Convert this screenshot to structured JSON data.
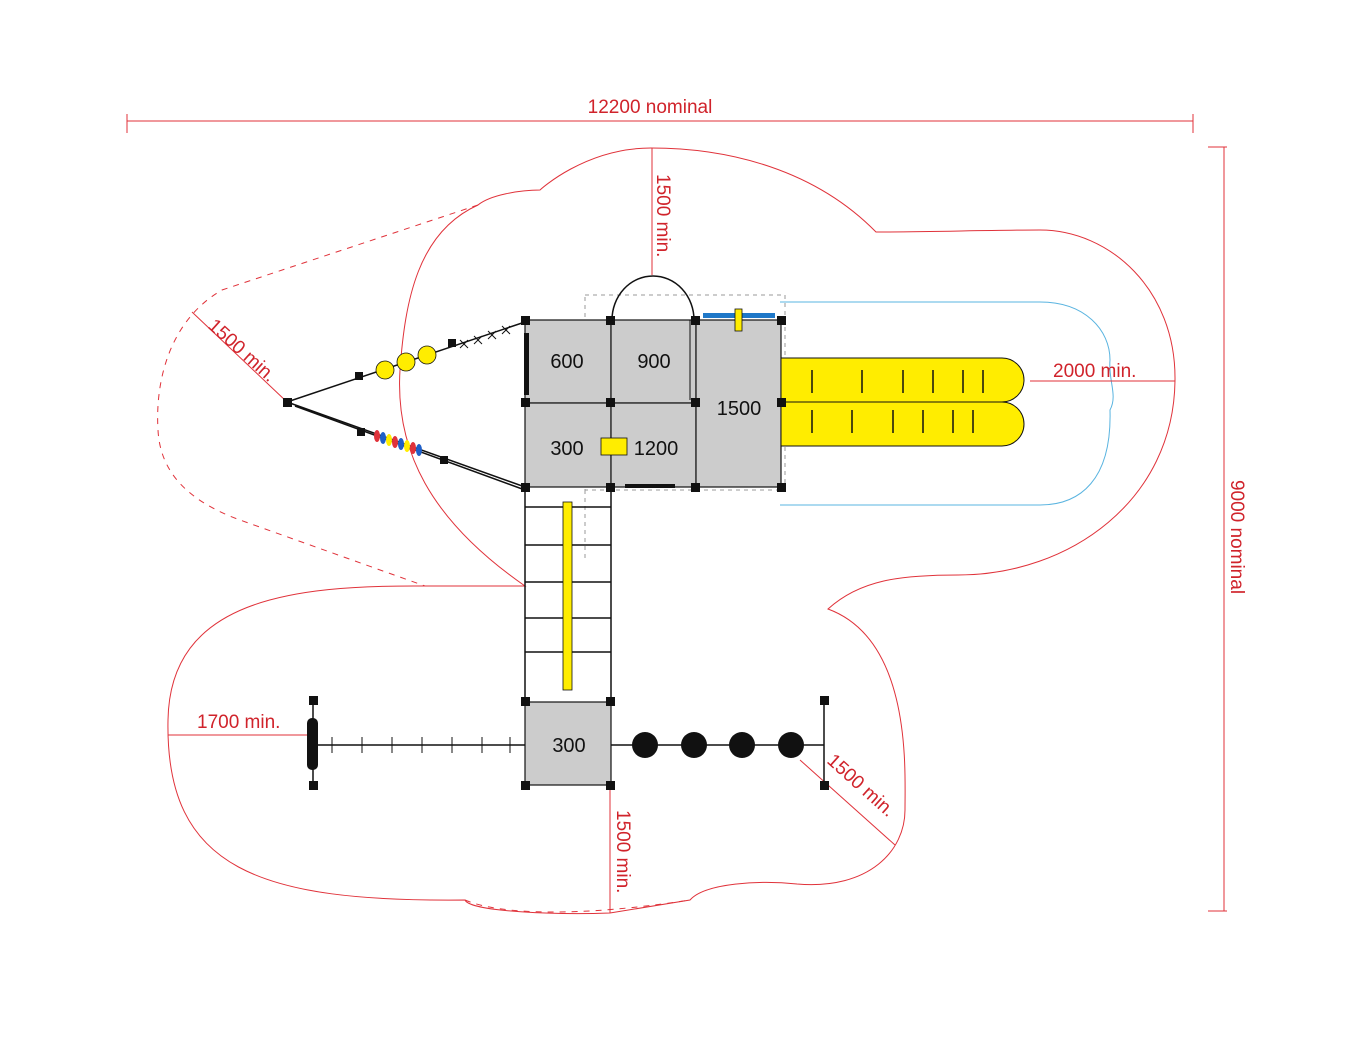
{
  "dimensions": {
    "overall_width": "12200 nominal",
    "overall_depth": "9000 nominal",
    "clearance_top": "1500 min.",
    "clearance_left": "1500 min.",
    "clearance_slide": "2000 min.",
    "clearance_bottom_left": "1700 min.",
    "clearance_bottom": "1500 min.",
    "clearance_bottom_right": "1500 min."
  },
  "platforms": {
    "p600": "600",
    "p900": "900",
    "p300_upper": "300",
    "p1200": "1200",
    "p1500": "1500",
    "p300_lower": "300"
  },
  "colors": {
    "dimension": "#d0232b",
    "safety_zone": "#e0323a",
    "slide_zone": "#5ab4e0",
    "slide": "#ffed00",
    "deck": "#cccccc",
    "frame": "#111111"
  }
}
